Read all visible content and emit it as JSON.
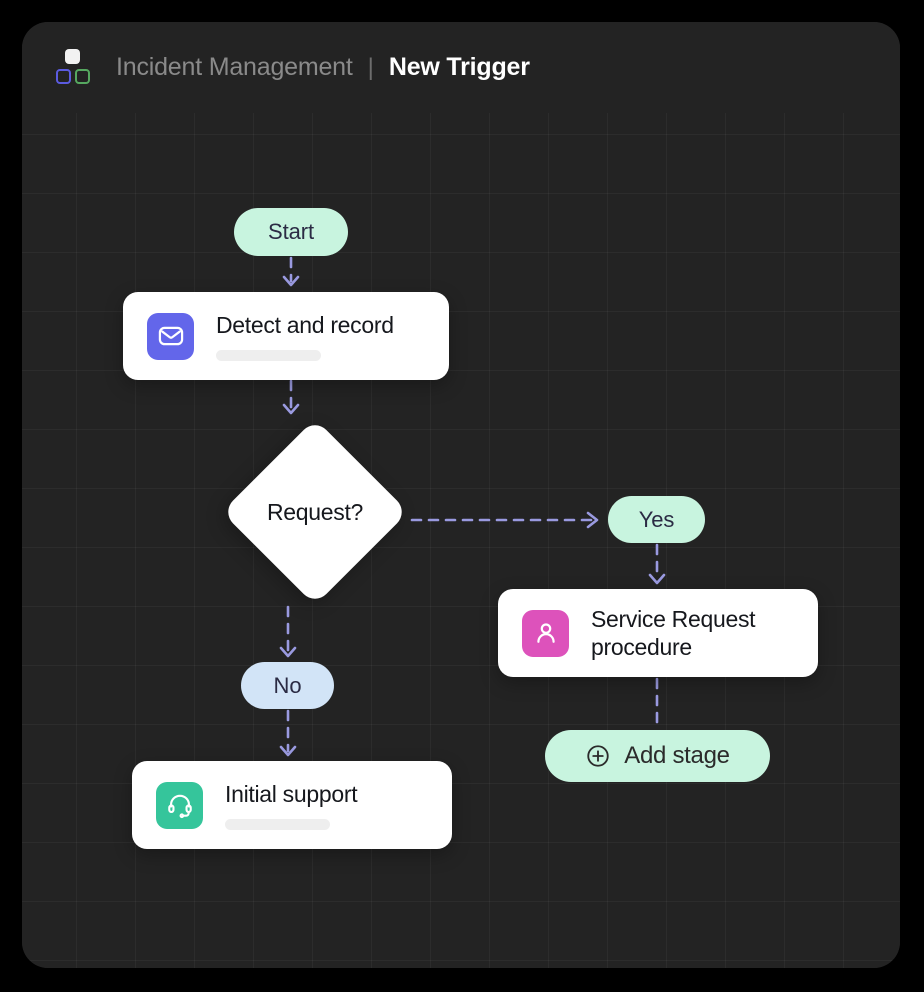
{
  "header": {
    "breadcrumb_parent": "Incident Management",
    "breadcrumb_separator": "|",
    "breadcrumb_current": "New Trigger",
    "logo_name": "app-logo"
  },
  "flow": {
    "start_label": "Start",
    "decision_label": "Request?",
    "branch_yes_label": "Yes",
    "branch_no_label": "No",
    "add_stage_label": "Add stage",
    "steps": [
      {
        "id": "detect-and-record",
        "title": "Detect and record",
        "icon": "mail-icon",
        "icon_color": "#6366ea",
        "has_placeholder": true
      },
      {
        "id": "service-request-procedure",
        "title": "Service Request procedure",
        "icon": "person-icon",
        "icon_color": "#dd52bb",
        "has_placeholder": false
      },
      {
        "id": "initial-support",
        "title": "Initial support",
        "icon": "headset-icon",
        "icon_color": "#35c59b",
        "has_placeholder": true
      }
    ]
  },
  "colors": {
    "canvas_background": "#232323",
    "page_background": "#000000",
    "mint_badge": "#c8f4df",
    "blue_badge": "#d2e4f7",
    "connector": "#9a9ae0",
    "card_background": "#ffffff"
  }
}
